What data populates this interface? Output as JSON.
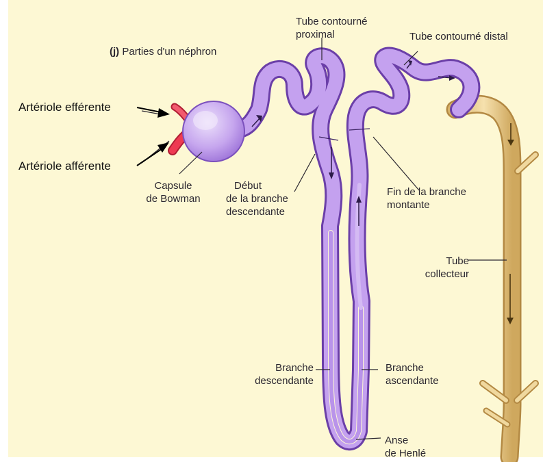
{
  "title": {
    "marker": "(j)",
    "text": "Parties d'un néphron"
  },
  "labels": {
    "efferent": "Artériole efférente",
    "afferent": "Artériole afférente",
    "capsule": [
      "Capsule",
      "de Bowman"
    ],
    "proximal": [
      "Tube contourné",
      "proximal"
    ],
    "distal": "Tube contourné distal",
    "debut_descendante": [
      "Début",
      "de la branche",
      "descendante"
    ],
    "fin_montante": [
      "Fin de la branche",
      "montante"
    ],
    "collecteur": [
      "Tube",
      "collecteur"
    ],
    "branche_descendante": [
      "Branche",
      "descendante"
    ],
    "branche_ascendante": [
      "Branche",
      "ascendante"
    ],
    "anse": [
      "Anse",
      "de Henlé"
    ]
  },
  "colors": {
    "background": "#fdf8d4",
    "tubule": "#b88ce6",
    "tubule_dark": "#6b3fa8",
    "collecting_duct": "#e8c98a",
    "collecting_dark": "#b38943",
    "arteriole": "#e8334a"
  }
}
